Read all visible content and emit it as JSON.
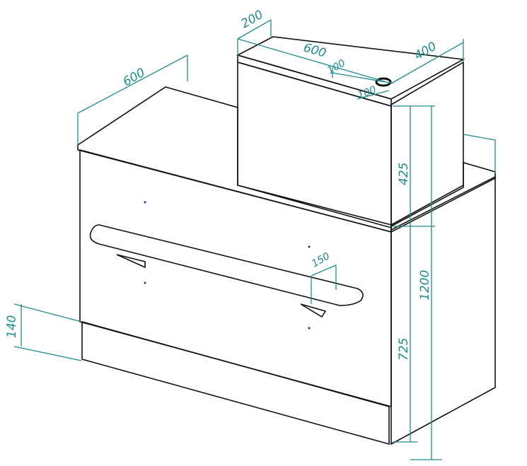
{
  "drawing": {
    "colors": {
      "dimension": "#1f8c8c",
      "panel": "#b4b4b4",
      "surface": "#ffffff",
      "outline": "#111111"
    },
    "dimensions": {
      "upper_depth": "200",
      "upper_width": "600",
      "upper_side": "400",
      "grommet_offset_a": "100",
      "grommet_offset_b": "100",
      "lower_width": "600",
      "upper_height": "425",
      "total_height": "1200",
      "lower_height": "725",
      "shelf_depth": "150",
      "plinth_height": "140"
    }
  }
}
